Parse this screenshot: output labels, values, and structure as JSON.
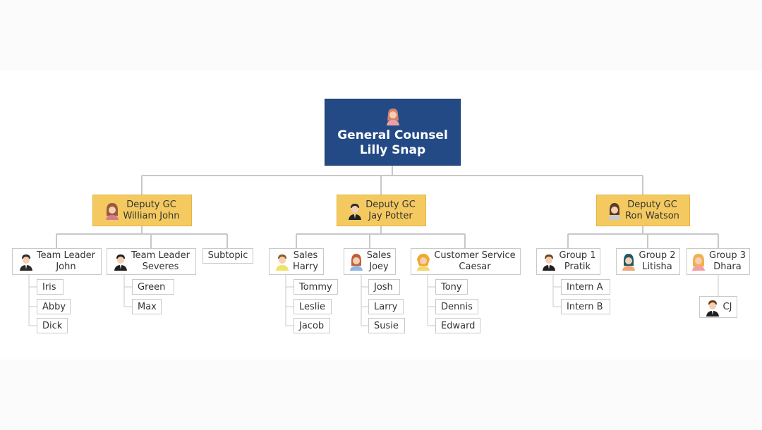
{
  "root": {
    "title": "General Counsel",
    "name": "Lilly Snap",
    "icon": "female-avatar-icon"
  },
  "deputies": [
    {
      "title": "Deputy GC",
      "name": "William John",
      "icon": "female-avatar-icon"
    },
    {
      "title": "Deputy GC",
      "name": "Jay Potter",
      "icon": "male-avatar-icon"
    },
    {
      "title": "Deputy GC",
      "name": "Ron Watson",
      "icon": "female-avatar-icon"
    }
  ],
  "teams": [
    {
      "title": "Team Leader",
      "name": "John",
      "icon": "male-avatar-icon",
      "members": [
        "Iris",
        "Abby",
        "Dick"
      ]
    },
    {
      "title": "Team Leader",
      "name": "Severes",
      "icon": "male-avatar-icon",
      "members": [
        "Green",
        "Max"
      ]
    },
    {
      "title": "Subtopic",
      "name": "",
      "icon": "",
      "members": []
    },
    {
      "title": "Sales",
      "name": "Harry",
      "icon": "male-avatar-icon",
      "members": [
        "Tommy",
        "Leslie",
        "Jacob"
      ]
    },
    {
      "title": "Sales",
      "name": "Joey",
      "icon": "female-avatar-icon",
      "members": [
        "Josh",
        "Larry",
        "Susie"
      ]
    },
    {
      "title": "Customer Service",
      "name": "Caesar",
      "icon": "female-avatar-icon",
      "members": [
        "Tony",
        "Dennis",
        "Edward"
      ]
    },
    {
      "title": "Group 1",
      "name": "Pratik",
      "icon": "male-avatar-icon",
      "members": [
        "Intern A",
        "Intern B"
      ]
    },
    {
      "title": "Group 2",
      "name": "Litisha",
      "icon": "female-avatar-icon",
      "members": []
    },
    {
      "title": "Group 3",
      "name": "Dhara",
      "icon": "female-avatar-icon",
      "members": [
        "CJ"
      ]
    }
  ],
  "colors": {
    "root": "#234a85",
    "deputy": "#f4ca60",
    "connector": "#c8c8c8"
  }
}
